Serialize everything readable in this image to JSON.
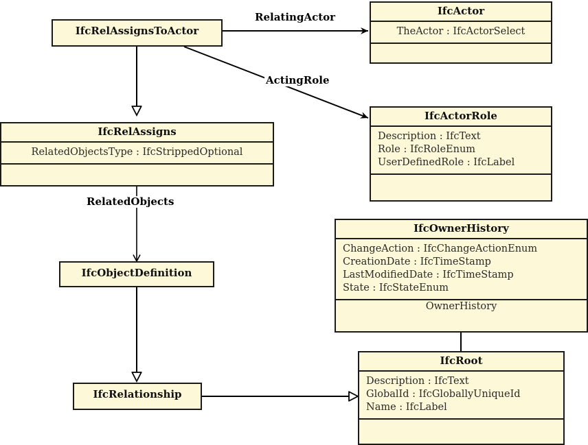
{
  "diagram": {
    "title": "IfcRelAssignsToActor EXPRESS-G / UML class diagram",
    "colors": {
      "box_fill": "#fcf8d8",
      "box_border": "#1a1a1a",
      "line": "#000000",
      "attr_text": "#2a2a26",
      "background": "#ffffff"
    },
    "classes": [
      {
        "id": "ifc-rel-assigns-to-actor",
        "name": "IfcRelAssignsToActor",
        "attributes": [],
        "footer": ""
      },
      {
        "id": "ifc-actor",
        "name": "IfcActor",
        "attributes": [
          "TheActor : IfcActorSelect"
        ],
        "footer": ""
      },
      {
        "id": "ifc-actor-role",
        "name": "IfcActorRole",
        "attributes": [
          "Description : IfcText",
          "Role : IfcRoleEnum",
          "UserDefinedRole : IfcLabel"
        ],
        "footer": ""
      },
      {
        "id": "ifc-rel-assigns",
        "name": "IfcRelAssigns",
        "attributes": [
          "RelatedObjectsType : IfcStrippedOptional"
        ],
        "footer": ""
      },
      {
        "id": "ifc-object-definition",
        "name": "IfcObjectDefinition",
        "attributes": [],
        "footer": ""
      },
      {
        "id": "ifc-owner-history",
        "name": "IfcOwnerHistory",
        "attributes": [
          "ChangeAction : IfcChangeActionEnum",
          "CreationDate : IfcTimeStamp",
          "LastModifiedDate : IfcTimeStamp",
          "State : IfcStateEnum"
        ],
        "footer": "OwnerHistory"
      },
      {
        "id": "ifc-relationship",
        "name": "IfcRelationship",
        "attributes": [],
        "footer": ""
      },
      {
        "id": "ifc-root",
        "name": "IfcRoot",
        "attributes": [
          "Description : IfcText",
          "GlobalId : IfcGloballyUniqueId",
          "Name : IfcLabel"
        ],
        "footer": ""
      }
    ],
    "edge_labels": {
      "relating_actor": "RelatingActor",
      "acting_role": "ActingRole",
      "related_objects": "RelatedObjects"
    },
    "relationships": [
      {
        "from": "IfcRelAssignsToActor",
        "to": "IfcActor",
        "label": "RelatingActor",
        "arrow": "open-arrow"
      },
      {
        "from": "IfcRelAssignsToActor",
        "to": "IfcActorRole",
        "label": "ActingRole",
        "arrow": "open-arrow"
      },
      {
        "from": "IfcRelAssignsToActor",
        "to": "IfcRelAssigns",
        "label": "",
        "arrow": "hollow-triangle"
      },
      {
        "from": "IfcRelAssigns",
        "to": "IfcObjectDefinition",
        "label": "RelatedObjects",
        "arrow": "open-arrow"
      },
      {
        "from": "IfcObjectDefinition",
        "to": "IfcRelationship",
        "label": "",
        "arrow": "hollow-triangle"
      },
      {
        "from": "IfcRelationship",
        "to": "IfcRoot",
        "label": "",
        "arrow": "hollow-triangle"
      },
      {
        "from": "IfcRoot",
        "to": "IfcOwnerHistory",
        "label": "OwnerHistory",
        "arrow": "open-arrow"
      }
    ]
  }
}
